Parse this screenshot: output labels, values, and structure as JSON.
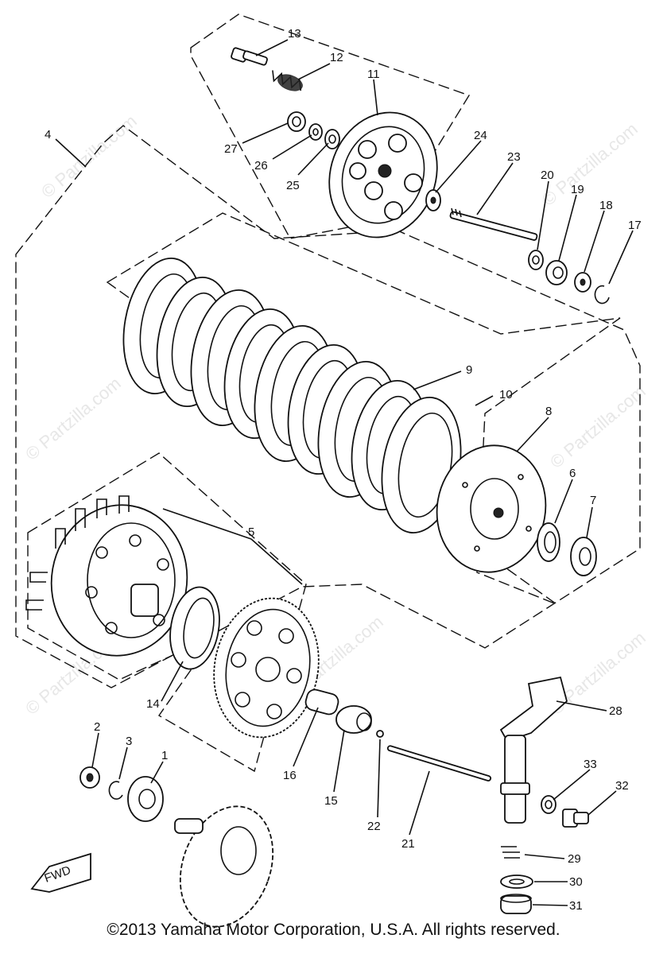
{
  "copyright": "©2013 Yamaha Motor Corporation, U.S.A. All rights reserved.",
  "watermark": "© Partzilla.com",
  "fwd_label": "FWD",
  "colors": {
    "line": "#111111",
    "background": "#ffffff",
    "watermark": "#e7e7e7"
  },
  "callouts": {
    "p1": "1",
    "p2": "2",
    "p3": "3",
    "p4": "4",
    "p5": "5",
    "p6": "6",
    "p7": "7",
    "p8": "8",
    "p9": "9",
    "p10": "10",
    "p11": "11",
    "p12": "12",
    "p13": "13",
    "p14": "14",
    "p15": "15",
    "p16": "16",
    "p17": "17",
    "p18": "18",
    "p19": "19",
    "p20": "20",
    "p21": "21",
    "p22": "22",
    "p23": "23",
    "p24": "24",
    "p25": "25",
    "p26": "26",
    "p27": "27",
    "p28": "28",
    "p29": "29",
    "p30": "30",
    "p31": "31",
    "p32": "32",
    "p33": "33"
  }
}
